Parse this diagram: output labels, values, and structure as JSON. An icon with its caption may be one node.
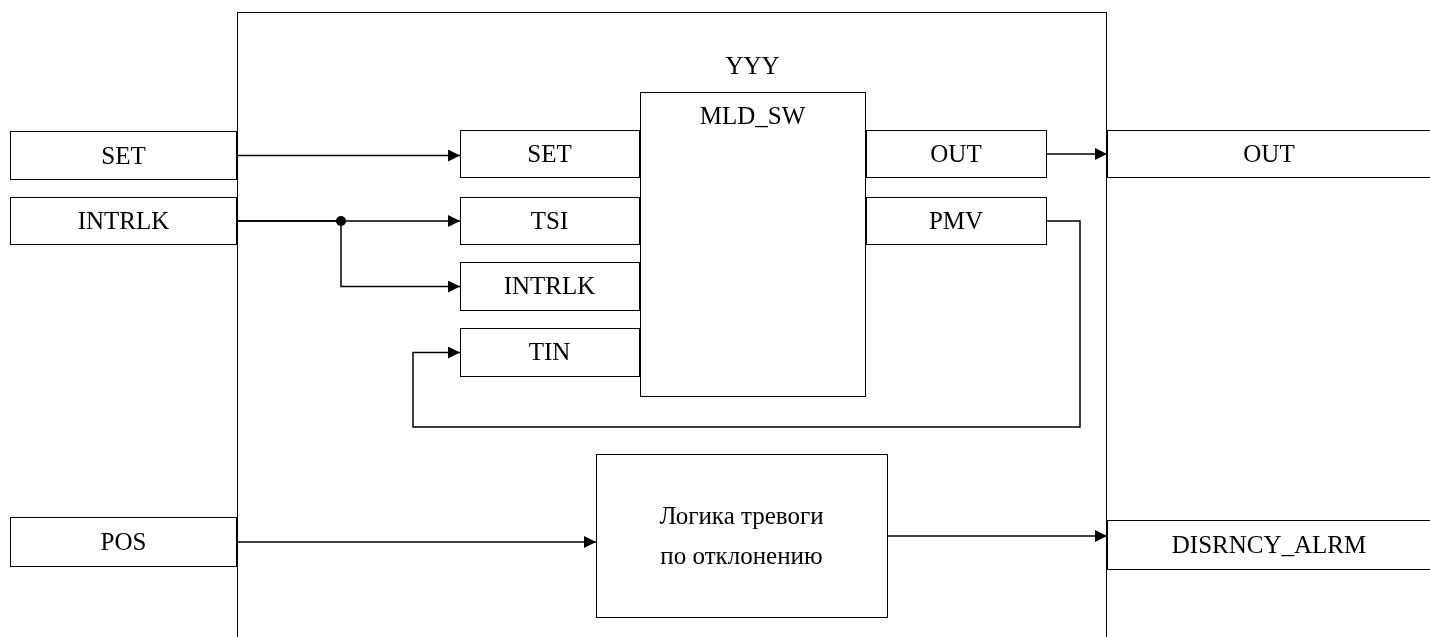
{
  "diagram": {
    "nodes": [
      {
        "text": [],
        "shape": "box"
      },
      {
        "text": [
          "SET"
        ]
      },
      {
        "text": [
          "INTRLK"
        ]
      },
      {
        "text": [
          "POS"
        ]
      },
      {
        "text": [
          "YYY",
          "MLD_SW"
        ],
        "in": 0
      },
      {
        "text": [
          "SET"
        ],
        "in": 0
      },
      {
        "text": [
          "TSI"
        ],
        "in": 0
      },
      {
        "text": [
          "INTRLK"
        ],
        "in": 0
      },
      {
        "text": [
          "TIN"
        ],
        "in": 0
      },
      {
        "text": [
          "OUT"
        ],
        "in": 0
      },
      {
        "text": [
          "PMV"
        ],
        "in": 0
      },
      {
        "text": [
          "Логика тревоги по отклонению"
        ],
        "in": 0
      },
      {
        "text": [
          "OUT"
        ]
      },
      {
        "text": [
          "DISRNCY_ALRM"
        ]
      }
    ],
    "edges": [
      {
        "from": 1,
        "to": 5,
        "arrow": "to"
      },
      {
        "from": 2,
        "to": 6,
        "arrow": "to"
      },
      {
        "from": 2,
        "to": 7,
        "arrow": "to"
      },
      {
        "from": 10,
        "to": 8,
        "arrow": "to"
      },
      {
        "from": 9,
        "to": 12,
        "arrow": "to"
      },
      {
        "from": 3,
        "to": 11,
        "arrow": "to"
      },
      {
        "from": 11,
        "to": 13,
        "arrow": "to"
      }
    ]
  }
}
